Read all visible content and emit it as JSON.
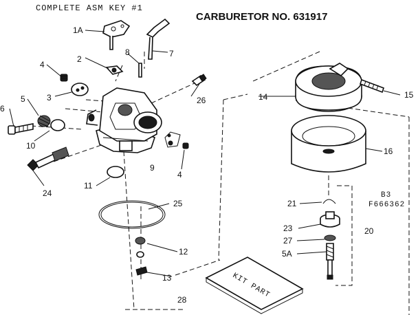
{
  "header": {
    "key_title": "COMPLETE ASM KEY #1",
    "carb_title": "CARBURETOR NO. 631917"
  },
  "codes": {
    "b3": "B3",
    "f_number": "F666362"
  },
  "kit_text": "KIT PART",
  "callouts": {
    "c1A": "1A",
    "c2": "2",
    "c3": "3",
    "c4a": "4",
    "c4b": "4",
    "c5": "5",
    "c5A": "5A",
    "c6": "6",
    "c7": "7",
    "c8": "8",
    "c9": "9",
    "c10": "10",
    "c11": "11",
    "c12": "12",
    "c13": "13",
    "c14": "14",
    "c15": "15",
    "c16": "16",
    "c20": "20",
    "c21": "21",
    "c23": "23",
    "c24": "24",
    "c25": "25",
    "c26": "26",
    "c27": "27",
    "c28": "28"
  }
}
